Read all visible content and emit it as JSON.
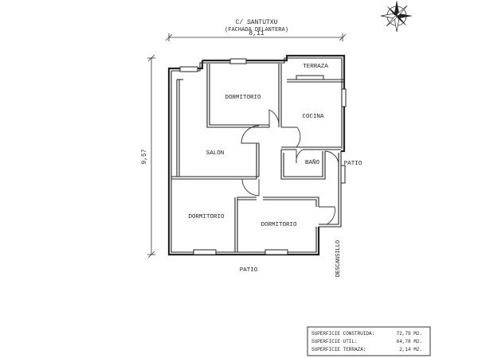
{
  "header": {
    "street": "C/ SANTUTXU",
    "facade": "(FACHADA DELANTERA)"
  },
  "dimensions": {
    "width": "8,11",
    "height": "9,57"
  },
  "rooms": {
    "terraza": "TERRAZA",
    "dormitorio_top": "DORMITORIO",
    "cocina": "COCINA",
    "salon": "SALON",
    "bano": "BAÑO",
    "patio_right": "PATIO",
    "dormitorio_left": "DORMITORIO",
    "dormitorio_center": "DORMITORIO",
    "patio_bottom": "PATIO",
    "descansillo": "DESCANSILLO"
  },
  "areas": [
    {
      "label": "SUPERFICIE CONSTRUIDA:",
      "value": "72,79 M2."
    },
    {
      "label": "SUPERFICIE UTIL:",
      "value": "64,78 M2."
    },
    {
      "label": "SUPERFICIE TERRAZA:",
      "value": "2,14 M2."
    }
  ],
  "icons": {
    "compass": "compass-rose-icon"
  }
}
